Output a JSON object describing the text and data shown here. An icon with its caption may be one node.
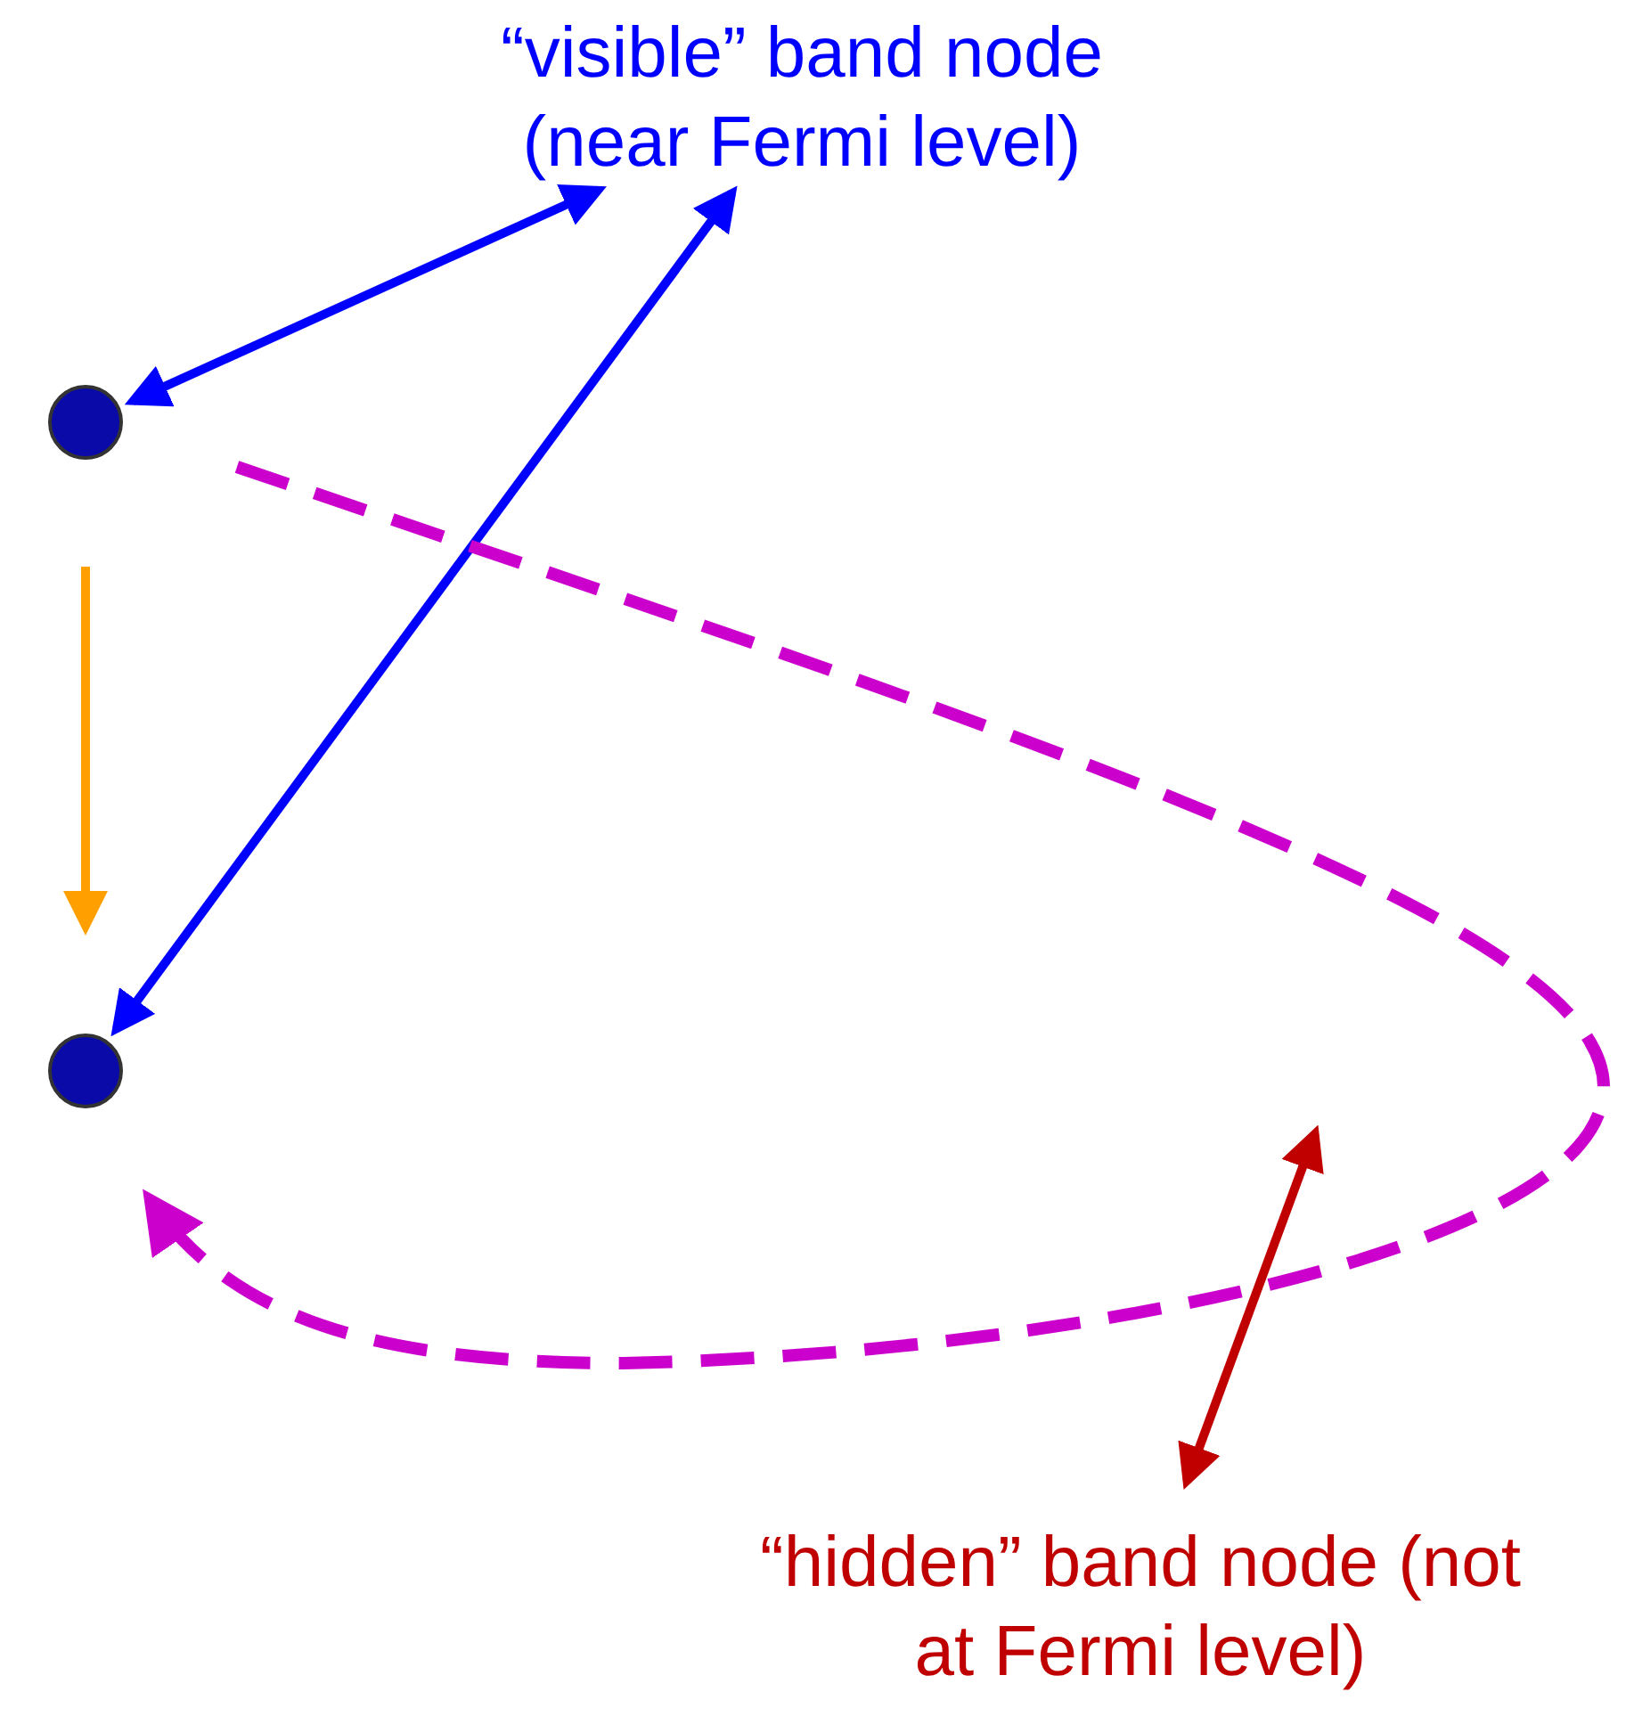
{
  "diagram": {
    "nodes": [
      {
        "text": [
          "“visible” band node (near Fermi level)"
        ]
      },
      {
        "text": [],
        "shape": "circle"
      },
      {
        "text": [],
        "shape": "circle"
      },
      {
        "text": [
          "“hidden” band node (not at Fermi level)"
        ]
      }
    ],
    "edges": [
      {
        "from": 0,
        "to": 1,
        "arrow": "both",
        "color": "#0000ff"
      },
      {
        "from": 0,
        "to": 2,
        "arrow": "both",
        "color": "#0000ff"
      },
      {
        "from": 1,
        "to": 2,
        "arrow": "to",
        "color": "#ffa000"
      },
      {
        "from": 1,
        "to": 2,
        "arrow": "to",
        "style": "dashed",
        "color": "#cc00cc"
      },
      {
        "from": 3,
        "to": null,
        "arrow": "both",
        "color": "#c00000"
      }
    ]
  }
}
